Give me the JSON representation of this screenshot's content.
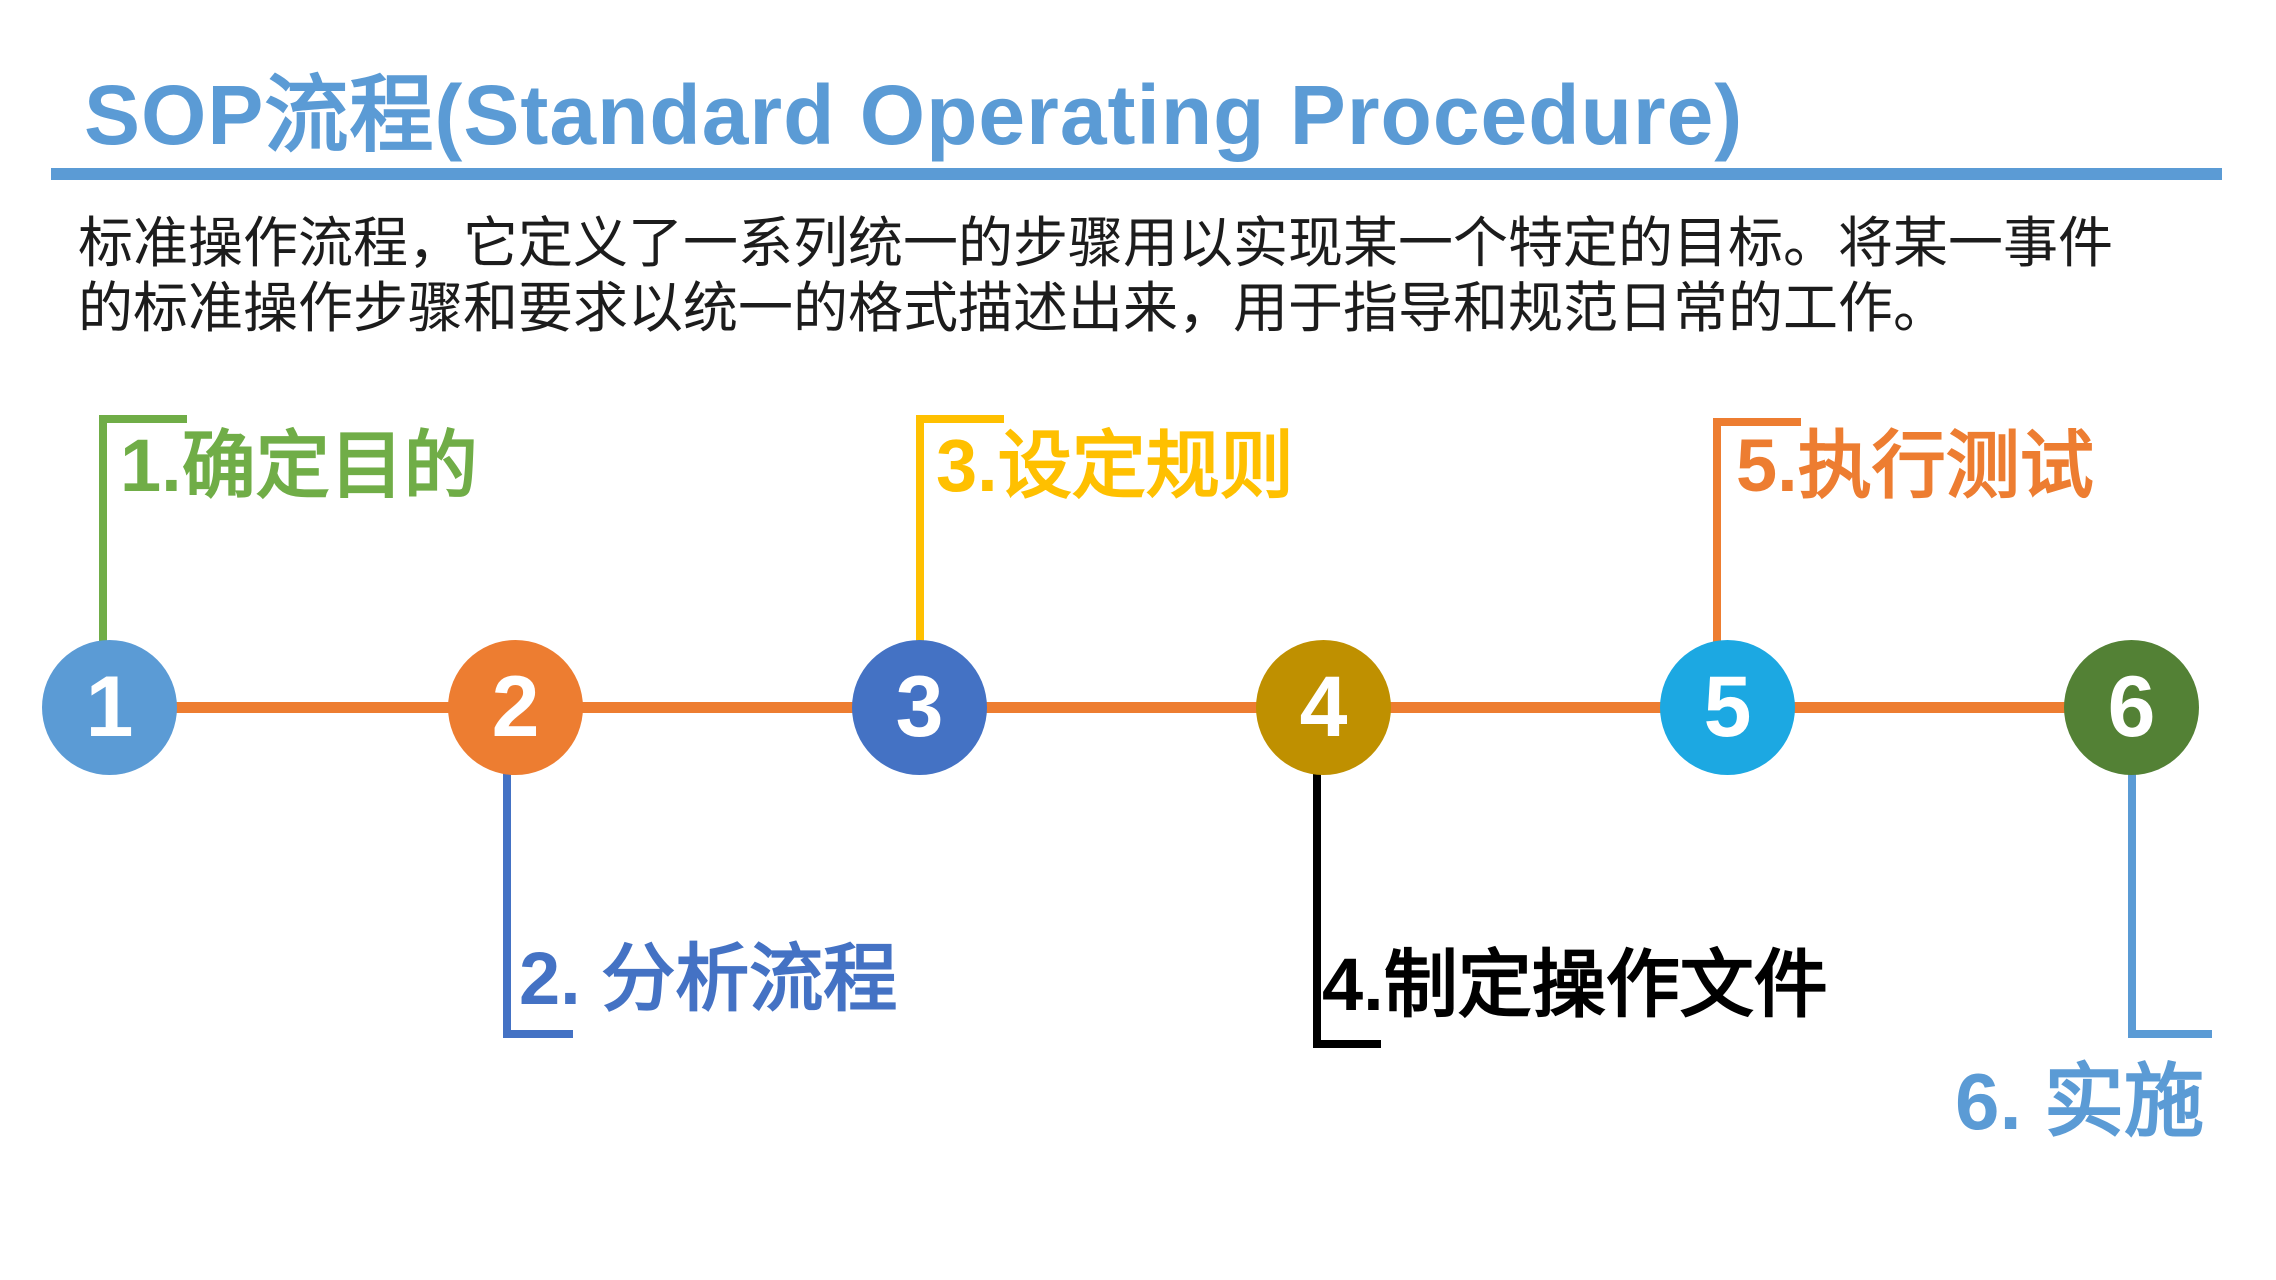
{
  "header": {
    "title": "SOP流程(Standard Operating Procedure)",
    "description_line1": "标准操作流程，它定义了一系列统一的步骤用以实现某一个特定的目标。将某一事件",
    "description_line2": "的标准操作步骤和要求以统一的格式描述出来，用于指导和规范日常的工作。"
  },
  "colors": {
    "accent_blue": "#5B9BD5",
    "rule_blue": "#5B9BD5",
    "connector_orange": "#ED7D31",
    "text_black": "#1c1c1c"
  },
  "timeline": {
    "steps": [
      {
        "number": "1",
        "label": "1.确定目的",
        "circle_color": "#5B9BD5",
        "label_color": "#70AD47",
        "label_position": "above"
      },
      {
        "number": "2",
        "label": "2. 分析流程",
        "circle_color": "#ED7D31",
        "label_color": "#4472C4",
        "label_position": "below"
      },
      {
        "number": "3",
        "label": "3.设定规则",
        "circle_color": "#4472C4",
        "label_color": "#FFC000",
        "label_position": "above"
      },
      {
        "number": "4",
        "label": "4.制定操作文件",
        "circle_color": "#BF9000",
        "label_color": "#000000",
        "label_position": "below"
      },
      {
        "number": "5",
        "label": "5.执行测试",
        "circle_color": "#1CA8E2",
        "label_color": "#ED7D31",
        "label_position": "above"
      },
      {
        "number": "6",
        "label": "6. 实施",
        "circle_color": "#538135",
        "label_color": "#5B9BD5",
        "label_position": "below"
      }
    ]
  }
}
